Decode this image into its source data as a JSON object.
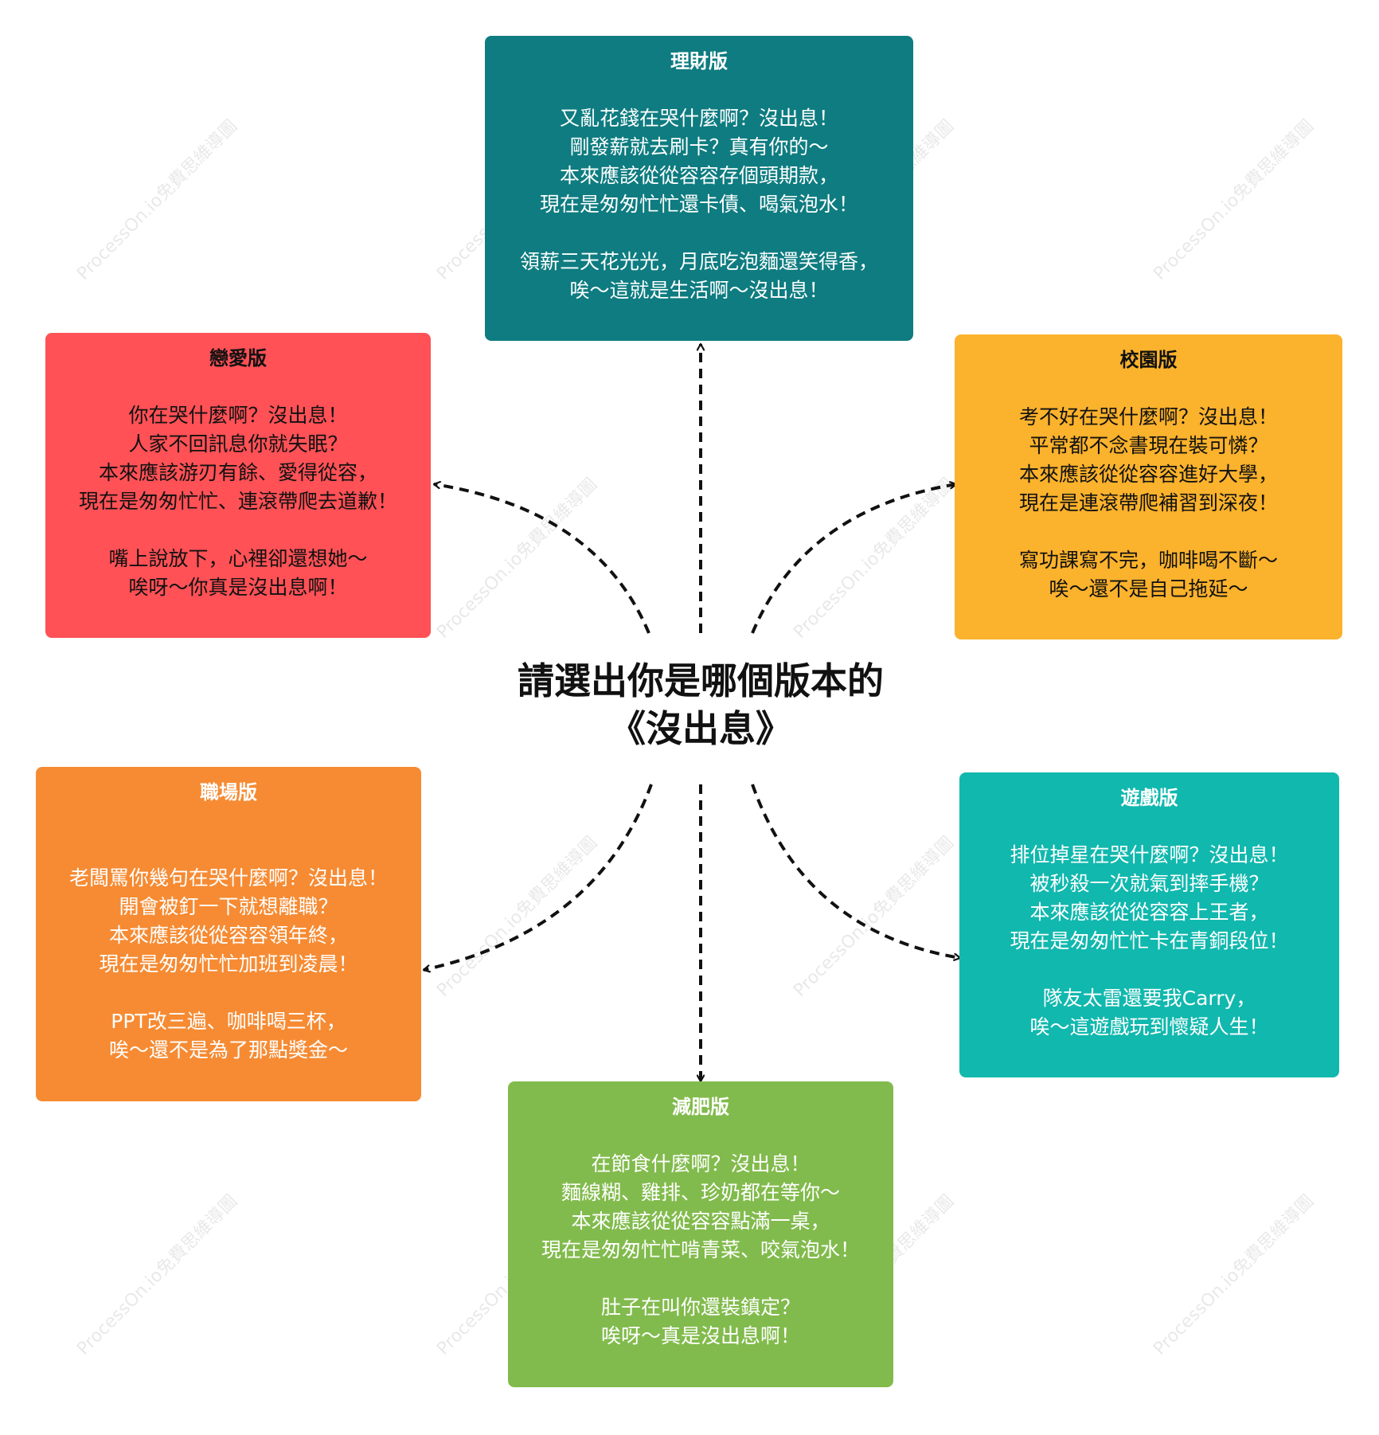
{
  "central_topic": {
    "line1": "請選出你是哪個版本的",
    "line2": "《沒出息》"
  },
  "watermark_text": "ProcessOn.io免費思維導圖",
  "colors": {
    "finance": "#0E7C80",
    "love": "#FF5156",
    "campus": "#FBB22C",
    "workplace": "#F68B33",
    "gaming": "#11B8AE",
    "diet": "#82BB4D",
    "connector": "#111111"
  },
  "cards": {
    "finance": {
      "title": "理財版",
      "lines": [
        "又亂花錢在哭什麼啊？沒出息！",
        "剛發薪就去刷卡？真有你的～",
        "本來應該從從容容存個頭期款，",
        "現在是匆匆忙忙還卡債、喝氣泡水！"
      ],
      "extra": [
        "領薪三天花光光，月底吃泡麵還笑得香，",
        "唉～這就是生活啊～沒出息！"
      ]
    },
    "love": {
      "title": "戀愛版",
      "lines": [
        "你在哭什麼啊？沒出息！",
        "人家不回訊息你就失眠？",
        "本來應該游刃有餘、愛得從容，",
        "現在是匆匆忙忙、連滾帶爬去道歉！"
      ],
      "extra": [
        "嘴上說放下，心裡卻還想她～",
        "唉呀～你真是沒出息啊！"
      ]
    },
    "campus": {
      "title": "校園版",
      "lines": [
        "考不好在哭什麼啊？沒出息！",
        "平常都不念書現在裝可憐？",
        "本來應該從從容容進好大學，",
        "現在是連滾帶爬補習到深夜！"
      ],
      "extra": [
        "寫功課寫不完，咖啡喝不斷～",
        "唉～還不是自己拖延～"
      ]
    },
    "workplace": {
      "title": "職場版",
      "lines": [
        "老闆罵你幾句在哭什麼啊？沒出息！",
        "開會被釘一下就想離職？",
        "本來應該從從容容領年終，",
        "現在是匆匆忙忙加班到凌晨！"
      ],
      "extra": [
        "PPT改三遍、咖啡喝三杯，",
        "唉～還不是為了那點獎金～"
      ]
    },
    "gaming": {
      "title": "遊戲版",
      "lines": [
        "排位掉星在哭什麼啊？沒出息！",
        "被秒殺一次就氣到摔手機？",
        "本來應該從從容容上王者，",
        "現在是匆匆忙忙卡在青銅段位！"
      ],
      "extra": [
        "隊友太雷還要我Carry，",
        "唉～這遊戲玩到懷疑人生！"
      ]
    },
    "diet": {
      "title": "減肥版",
      "lines": [
        "在節食什麼啊？沒出息！",
        "麵線糊、雞排、珍奶都在等你～",
        "本來應該從從容容點滿一桌，",
        "現在是匆匆忙忙啃青菜、咬氣泡水！"
      ],
      "extra": [
        "肚子在叫你還裝鎮定？",
        "唉呀～真是沒出息啊！"
      ]
    }
  }
}
